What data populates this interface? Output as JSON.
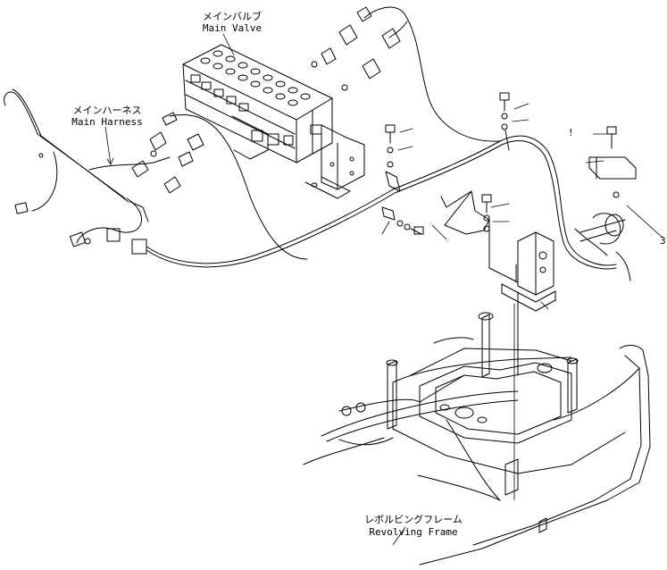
{
  "labels": {
    "main_valve_jp": "メインバルブ",
    "main_valve_en": "Main Valve",
    "main_harness_jp": "メインハーネス",
    "main_harness_en": "Main Harness",
    "revolving_frame_jp": "レボルビングフレーム",
    "revolving_frame_en": "Revolving Frame"
  },
  "marks": {
    "right_exclamation": "!",
    "right_edge_number": "3"
  }
}
